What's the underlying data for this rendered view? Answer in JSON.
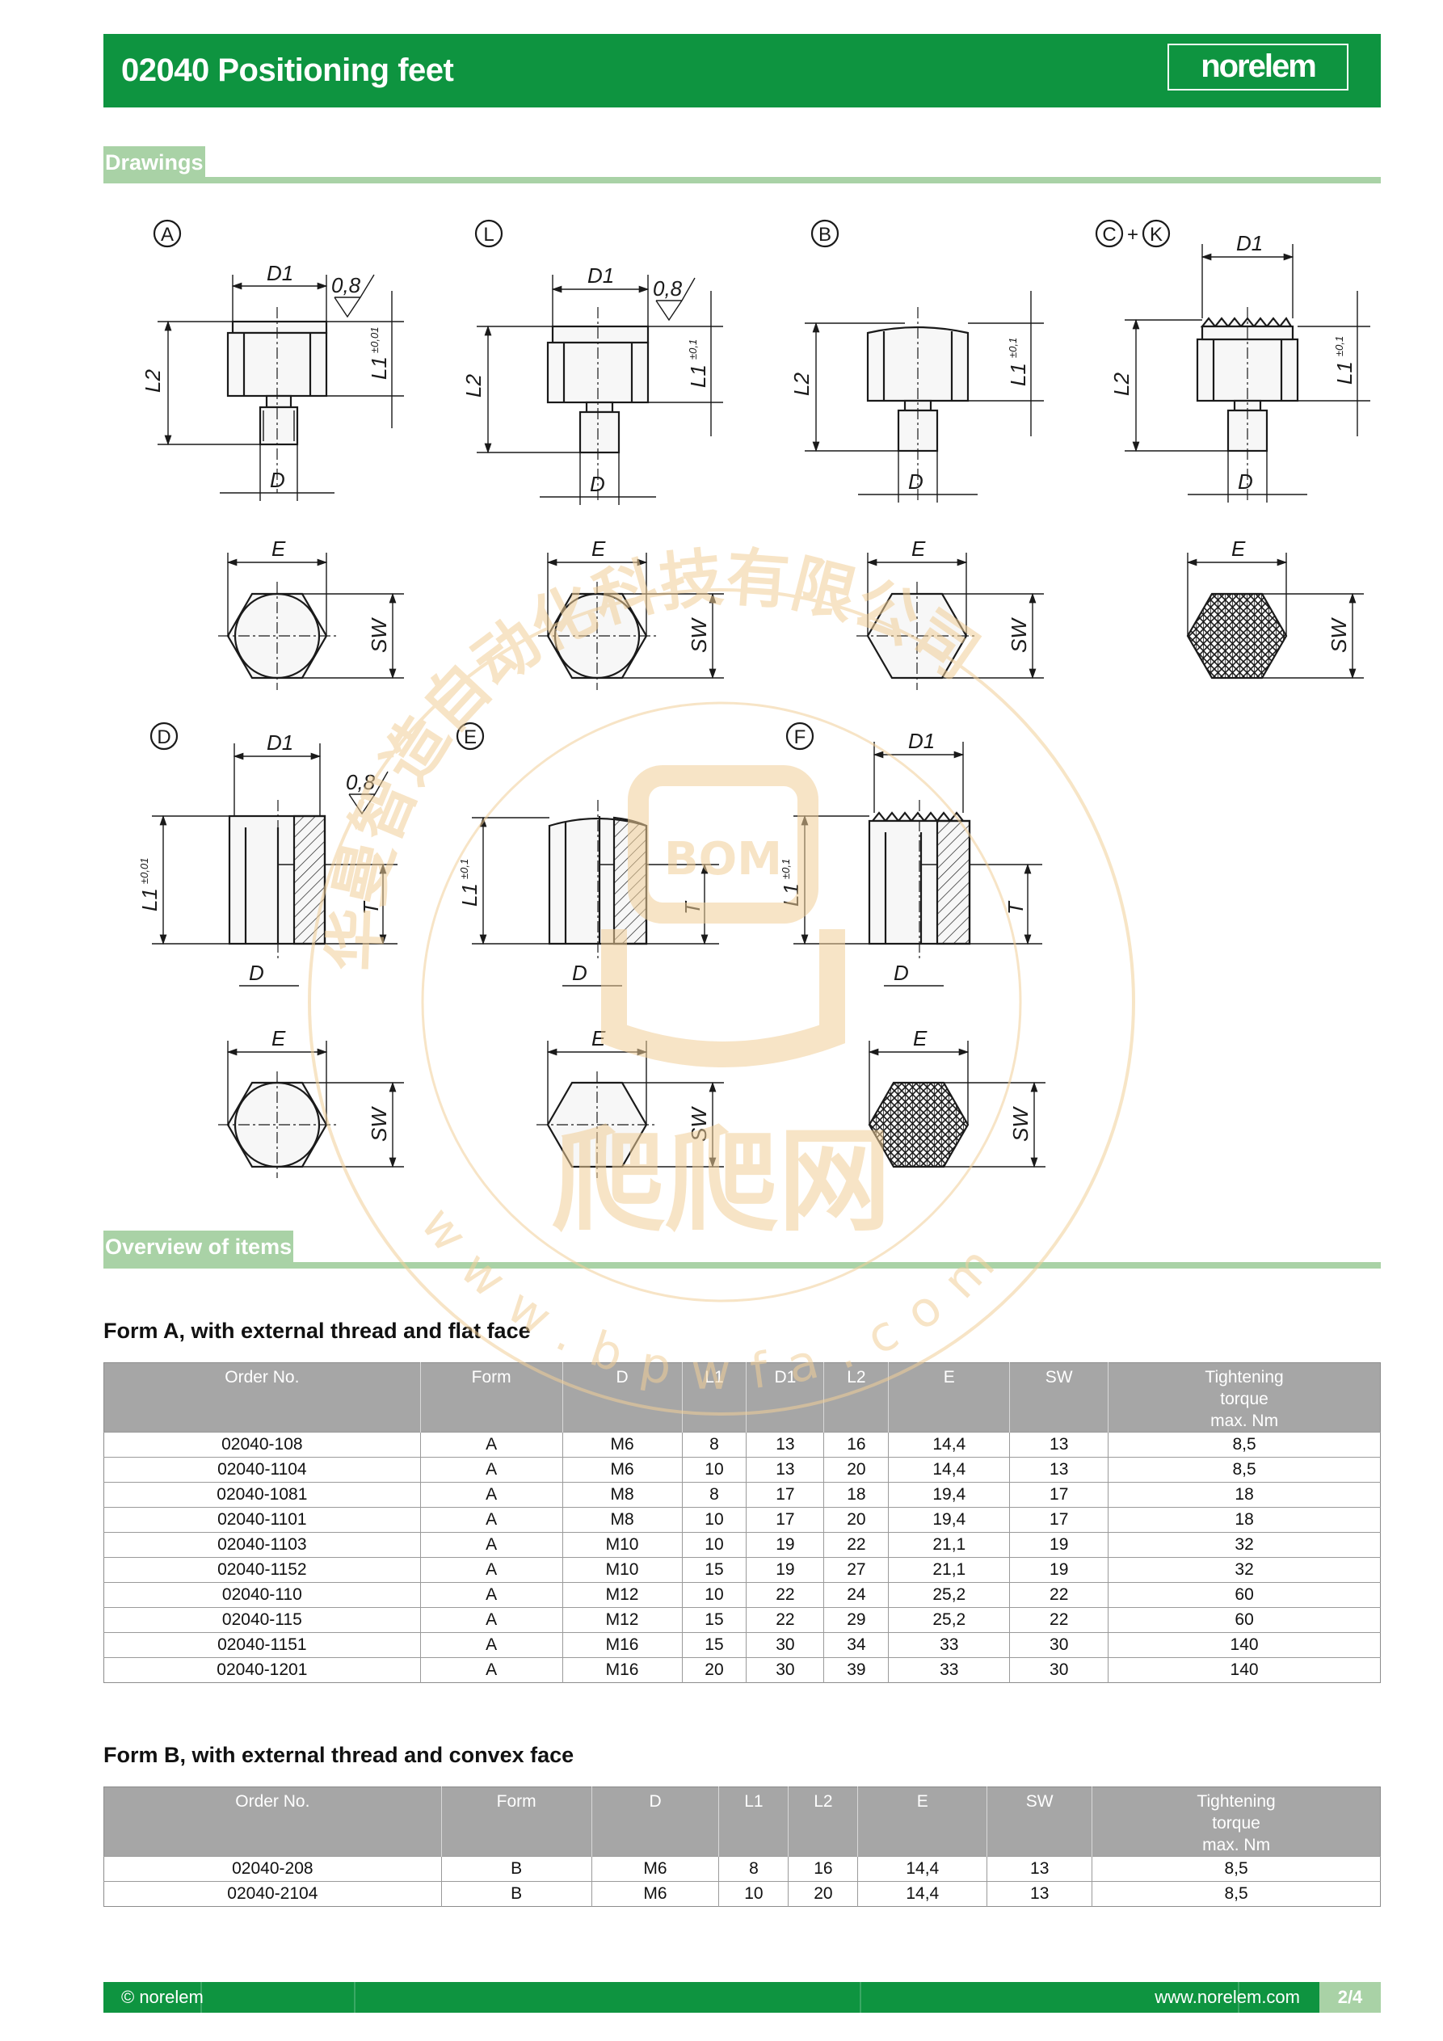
{
  "header": {
    "title": "02040 Positioning feet",
    "logo_text": "norelem"
  },
  "sections": {
    "drawings": "Drawings",
    "overview": "Overview of items"
  },
  "drawing_labels": {
    "forms": [
      "A",
      "L",
      "B",
      "C+K",
      "D",
      "E",
      "F"
    ],
    "dims": {
      "D1": "D1",
      "D": "D",
      "L1": "L1",
      "L2": "L2",
      "E": "E",
      "SW": "SW",
      "T": "T",
      "roughness": "0,8"
    },
    "tolerances": {
      "tight": "±0,01",
      "normal": "±0,1"
    }
  },
  "watermark": {
    "text_arc": "华曼智造自动化科技有限公司",
    "brand": "BOM",
    "site_cn": "爬爬网",
    "url_arc": "www.bpwfa.com"
  },
  "table_a": {
    "title": "Form A, with external thread and flat face",
    "headers": [
      "Order No.",
      "Form",
      "D",
      "L1",
      "D1",
      "L2",
      "E",
      "SW",
      "Tightening\ntorque\nmax. Nm"
    ],
    "rows": [
      [
        "02040-108",
        "A",
        "M6",
        "8",
        "13",
        "16",
        "14,4",
        "13",
        "8,5"
      ],
      [
        "02040-1104",
        "A",
        "M6",
        "10",
        "13",
        "20",
        "14,4",
        "13",
        "8,5"
      ],
      [
        "02040-1081",
        "A",
        "M8",
        "8",
        "17",
        "18",
        "19,4",
        "17",
        "18"
      ],
      [
        "02040-1101",
        "A",
        "M8",
        "10",
        "17",
        "20",
        "19,4",
        "17",
        "18"
      ],
      [
        "02040-1103",
        "A",
        "M10",
        "10",
        "19",
        "22",
        "21,1",
        "19",
        "32"
      ],
      [
        "02040-1152",
        "A",
        "M10",
        "15",
        "19",
        "27",
        "21,1",
        "19",
        "32"
      ],
      [
        "02040-110",
        "A",
        "M12",
        "10",
        "22",
        "24",
        "25,2",
        "22",
        "60"
      ],
      [
        "02040-115",
        "A",
        "M12",
        "15",
        "22",
        "29",
        "25,2",
        "22",
        "60"
      ],
      [
        "02040-1151",
        "A",
        "M16",
        "15",
        "30",
        "34",
        "33",
        "30",
        "140"
      ],
      [
        "02040-1201",
        "A",
        "M16",
        "20",
        "30",
        "39",
        "33",
        "30",
        "140"
      ]
    ]
  },
  "table_b": {
    "title": "Form B, with external thread and convex face",
    "headers": [
      "Order No.",
      "Form",
      "D",
      "L1",
      "L2",
      "E",
      "SW",
      "Tightening\ntorque\nmax. Nm"
    ],
    "rows": [
      [
        "02040-208",
        "B",
        "M6",
        "8",
        "16",
        "14,4",
        "13",
        "8,5"
      ],
      [
        "02040-2104",
        "B",
        "M6",
        "10",
        "20",
        "14,4",
        "13",
        "8,5"
      ]
    ]
  },
  "footer": {
    "copyright": "© norelem",
    "website": "www.norelem.com",
    "page": "2/4"
  },
  "colors": {
    "brand_green": "#0e9440",
    "section_green": "#a9d2a6",
    "table_header_gray": "#a6a6a6",
    "watermark": "#f3d9b0"
  }
}
